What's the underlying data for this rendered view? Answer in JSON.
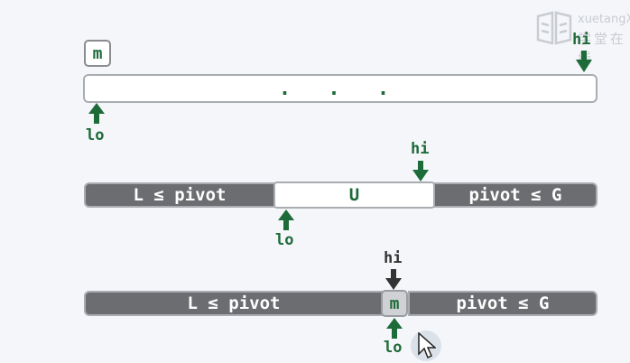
{
  "watermark": {
    "brand": "xuetangX",
    "chinese": "学堂在线"
  },
  "row1": {
    "m_label": "m",
    "hi_label": "hi",
    "lo_label": "lo",
    "ellipsis": ". . ."
  },
  "row2": {
    "left_label": "L ≤ pivot",
    "middle_label": "U",
    "right_label": "pivot ≤ G",
    "hi_label": "hi",
    "lo_label": "lo"
  },
  "row3": {
    "left_label": "L ≤ pivot",
    "middle_label": "m",
    "right_label": "pivot ≤ G",
    "hi_label": "hi",
    "lo_label": "lo"
  },
  "colors": {
    "accent_green": "#1e6b3a",
    "grey_segment": "#6c6d70",
    "bar_border": "#a9acb1"
  }
}
